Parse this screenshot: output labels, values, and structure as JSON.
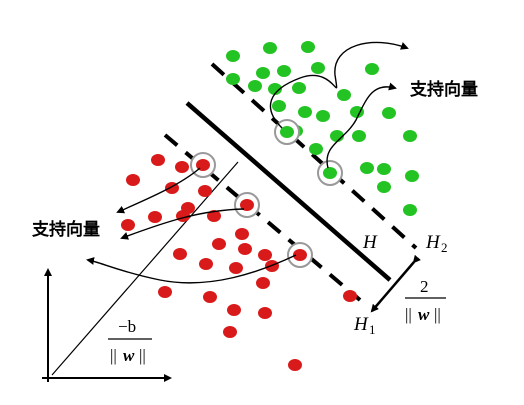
{
  "labels": {
    "support_vectors_top": "支持向量",
    "support_vectors_left": "支持向量",
    "hyperplane": "H",
    "margin_upper": "H",
    "margin_upper_sub": "2",
    "margin_lower": "H",
    "margin_lower_sub": "1"
  },
  "margin_fraction": {
    "numerator": "2",
    "denominator_bars_left": "||",
    "denominator_var": "w",
    "denominator_bars_right": "||"
  },
  "offset_fraction": {
    "numerator": "−b",
    "denominator_bars_left": "||",
    "denominator_var": "w",
    "denominator_bars_right": "||"
  },
  "colors": {
    "positive_class": "#22c322",
    "negative_class": "#d91a1a",
    "support_ring": "#999999",
    "lines": "#000000"
  },
  "classes": {
    "positive_count": 30,
    "negative_count": 30,
    "support_vectors_positive": 2,
    "support_vectors_negative": 3
  }
}
